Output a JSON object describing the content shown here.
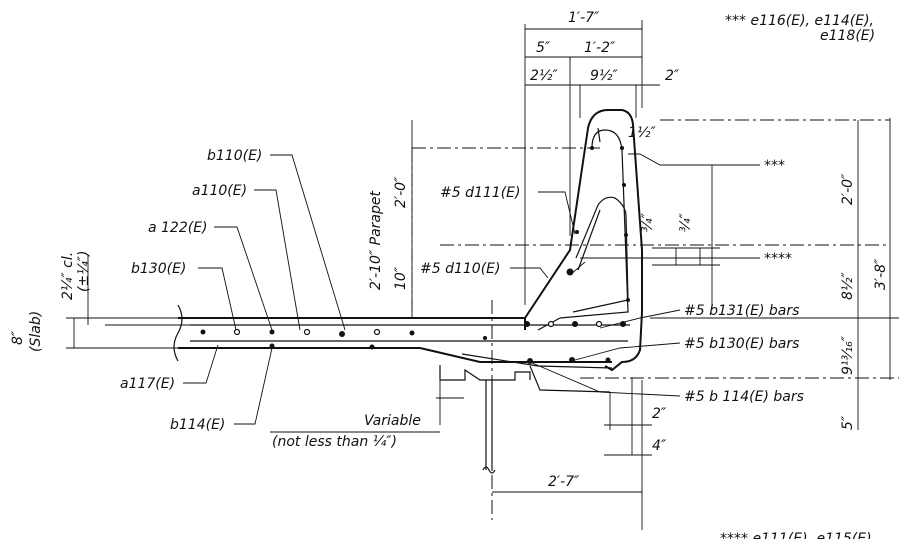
{
  "notes": {
    "top_right_line1": "*** e116(E), e114(E),",
    "top_right_line2": "e118(E)",
    "bottom_right": "**** e111(E), e115(E)"
  },
  "dims": {
    "d_1_7": "1′-7″",
    "d_5": "5″",
    "d_1_2": "1′-2″",
    "d_2_5": "2½″",
    "d_9_5": "9½″",
    "d_2_top": "2″",
    "d_1_5": "1½″",
    "d_2_0_left": "2′-0″",
    "d_10": "10″",
    "d_2_0_right": "2′-0″",
    "d_3_8": "3′-8″",
    "d_8_5": "8½″",
    "d_9_13_16": "9¹³⁄₁₆″",
    "d_3_4_a": "¾″",
    "d_3_4_b": "¾″",
    "d_2_bot": "2″",
    "d_4": "4″",
    "d_5_bot": "5″",
    "d_2_7": "2′-7″",
    "d_8_slab": "8″",
    "slab": "(Slab)",
    "clear_a": "2¼″ cl.",
    "clear_b": "(±¼″)",
    "parapet": "2′-10″ Parapet"
  },
  "labels": {
    "b110": "b110(E)",
    "a110": "a110(E)",
    "a122": "a 122(E)",
    "b130": "b130(E)",
    "a117": "a117(E)",
    "b114": "b114(E)",
    "d111": "#5 d111(E)",
    "d110": "#5 d110(E)",
    "stars3": "***",
    "stars4": "****",
    "b131_bars": "#5 b131(E) bars",
    "b130_bars": "#5 b130(E) bars",
    "b114_bars": "#5 b 114(E) bars",
    "variable": "Variable",
    "not_less": "(not less than ¼″)"
  }
}
